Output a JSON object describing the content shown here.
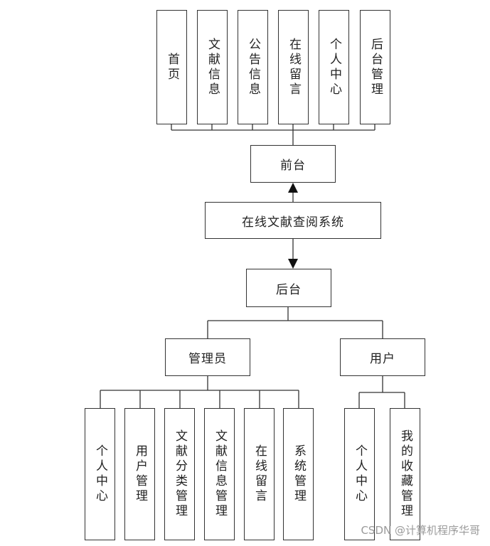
{
  "top": {
    "items": [
      {
        "label": "首页"
      },
      {
        "label": "文献信息"
      },
      {
        "label": "公告信息"
      },
      {
        "label": "在线留言"
      },
      {
        "label": "个人中心"
      },
      {
        "label": "后台管理"
      }
    ],
    "front_label": "前台"
  },
  "system_label": "在线文献查阅系统",
  "back_label": "后台",
  "admin": {
    "label": "管理员",
    "items": [
      {
        "label": "个人中心"
      },
      {
        "label": "用户管理"
      },
      {
        "label": "文献分类管理"
      },
      {
        "label": "文献信息管理"
      },
      {
        "label": "在线留言"
      },
      {
        "label": "系统管理"
      }
    ]
  },
  "user": {
    "label": "用户",
    "items": [
      {
        "label": "个人中心"
      },
      {
        "label": "我的收藏管理"
      }
    ]
  },
  "watermark": "CSDN @计算机程序华哥"
}
